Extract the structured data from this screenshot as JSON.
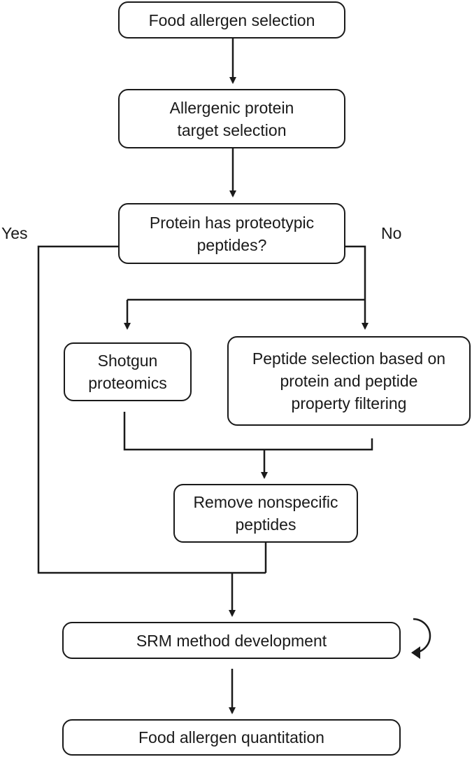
{
  "nodes": {
    "allergen_selection": "Food allergen selection",
    "target_selection": "Allergenic protein\ntarget selection",
    "proteotypic_question": "Protein has proteotypic\npeptides?",
    "shotgun": "Shotgun\nproteomics",
    "peptide_filtering": "Peptide selection based on\nprotein and peptide\nproperty filtering",
    "remove_nonspecific": "Remove nonspecific\npeptides",
    "srm_development": "SRM method development",
    "quantitation": "Food allergen quantitation"
  },
  "edge_labels": {
    "yes": "Yes",
    "no": "No"
  },
  "colors": {
    "stroke": "#1a1a1a",
    "background": "#ffffff"
  }
}
